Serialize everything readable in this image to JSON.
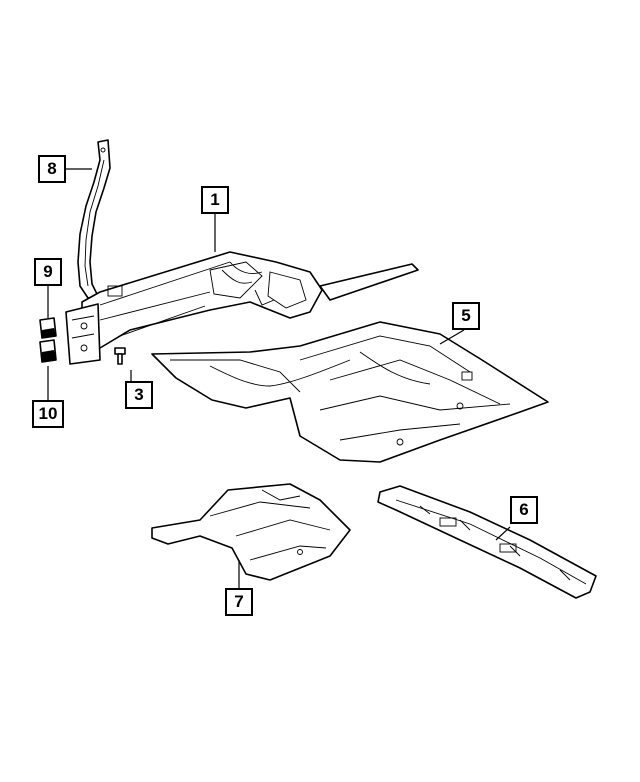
{
  "callouts": {
    "c1": "1",
    "c3": "3",
    "c5": "5",
    "c6": "6",
    "c7": "7",
    "c8": "8",
    "c9": "9",
    "c10": "10"
  }
}
